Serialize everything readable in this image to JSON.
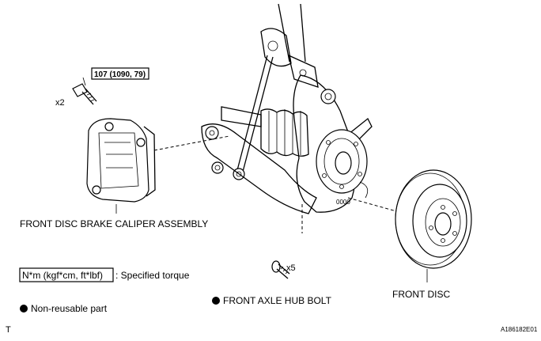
{
  "labels": {
    "torque_spec": "107 (1090, 79)",
    "quantity_caliper_bolt": "x2",
    "quantity_hub_bolt": "x5",
    "caliper": "FRONT DISC BRAKE CALIPER ASSEMBLY",
    "hub_bolt": "FRONT AXLE HUB BOLT",
    "front_disc": "FRONT DISC"
  },
  "legend": {
    "torque_box": "N*m (kgf*cm, ft*lbf)",
    "torque_desc": ": Specified torque",
    "non_reusable": "Non-reusable part"
  },
  "footer": {
    "left_mark": "T",
    "figure_id": "A186182E01"
  }
}
